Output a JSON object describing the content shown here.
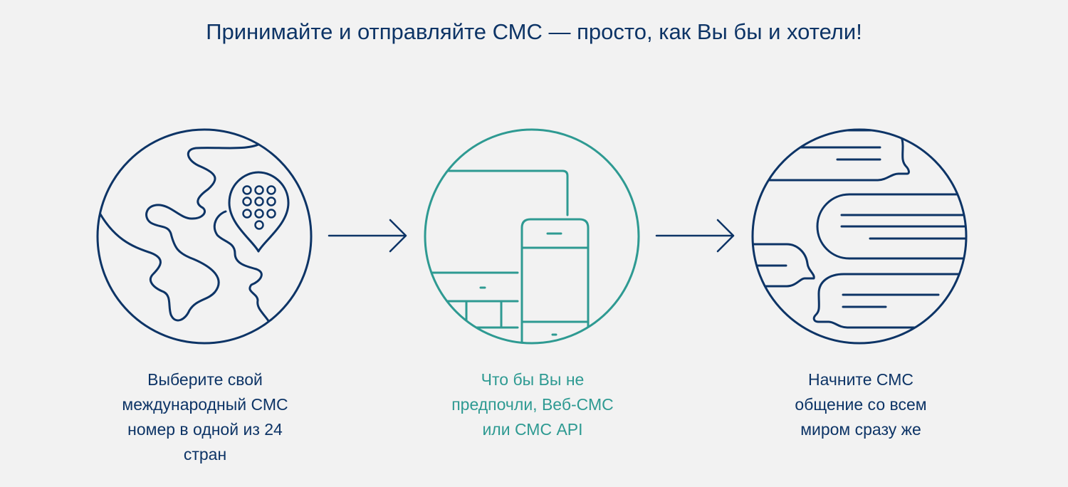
{
  "title": "Принимайте и отправляйте СМС — просто, как Вы бы и хотели!",
  "colors": {
    "navy": "#0d3466",
    "teal": "#2e9a92",
    "background": "#f2f2f2"
  },
  "steps": [
    {
      "icon": "globe-pin-keypad-icon",
      "caption": "Выберите свой\nмеждународный СМС\nномер в одной из 24\nстран"
    },
    {
      "icon": "devices-icon",
      "caption": "Что бы Вы не\nпредпочли, Веб-СМС\nили СМС API"
    },
    {
      "icon": "chat-bubbles-icon",
      "caption": "Начните СМС\nобщение со всем\nмиром сразу же"
    }
  ],
  "arrows": [
    "arrow-right-icon",
    "arrow-right-icon"
  ]
}
